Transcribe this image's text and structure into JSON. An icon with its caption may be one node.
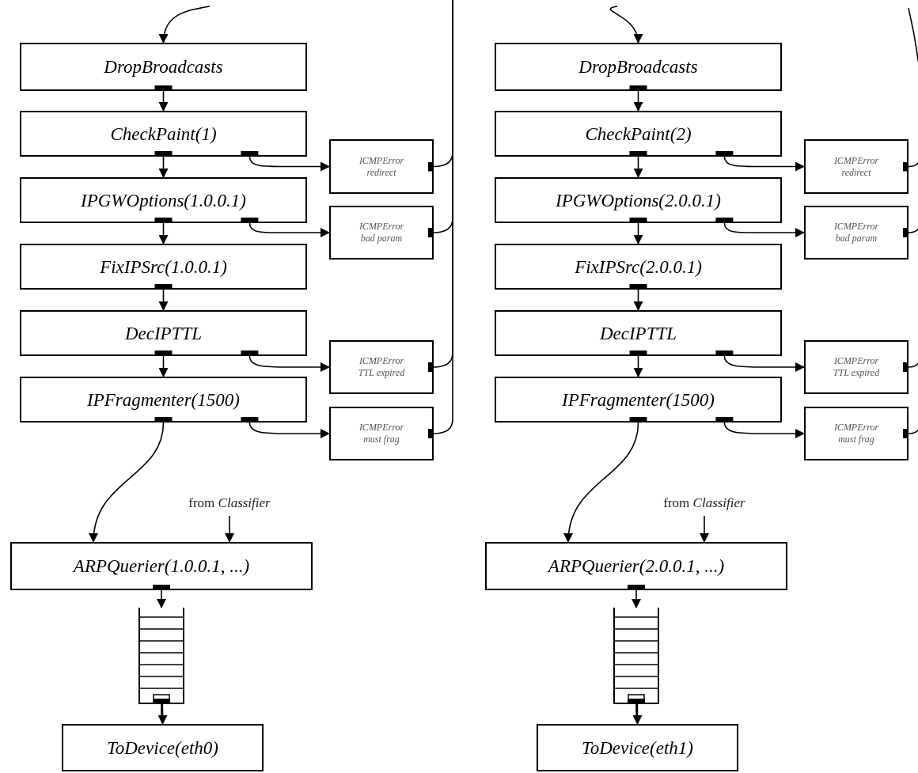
{
  "diagram": {
    "nodes": [
      {
        "text": [
          "DropBroadcasts"
        ]
      },
      {
        "text": [
          "CheckPaint(1)"
        ]
      },
      {
        "text": [
          "ICMPError",
          "redirect"
        ]
      },
      {
        "text": [
          "IPGWOptions(1.0.0.1)"
        ]
      },
      {
        "text": [
          "ICMPError",
          "bad param"
        ]
      },
      {
        "text": [
          "FixIPSrc(1.0.0.1)"
        ]
      },
      {
        "text": [
          "DecIPTTL"
        ]
      },
      {
        "text": [
          "ICMPError",
          "TTL expired"
        ]
      },
      {
        "text": [
          "IPFragmenter(1500)"
        ]
      },
      {
        "text": [
          "ICMPError",
          "must frag"
        ]
      },
      {
        "text": [
          "from *Classifier*"
        ]
      },
      {
        "text": [
          "ARPQuerier(1.0.0.1, ...)"
        ]
      },
      {
        "text": [],
        "shape": "queue"
      },
      {
        "text": [
          "ToDevice(eth0)"
        ]
      },
      {
        "text": [
          "DropBroadcasts"
        ]
      },
      {
        "text": [
          "CheckPaint(2)"
        ]
      },
      {
        "text": [
          "ICMPError",
          "redirect"
        ]
      },
      {
        "text": [
          "IPGWOptions(2.0.0.1)"
        ]
      },
      {
        "text": [
          "ICMPError",
          "bad param"
        ]
      },
      {
        "text": [
          "FixIPSrc(2.0.0.1)"
        ]
      },
      {
        "text": [
          "DecIPTTL"
        ]
      },
      {
        "text": [
          "ICMPError",
          "TTL expired"
        ]
      },
      {
        "text": [
          "IPFragmenter(1500)"
        ]
      },
      {
        "text": [
          "ICMPError",
          "must frag"
        ]
      },
      {
        "text": [
          "from *Classifier*"
        ]
      },
      {
        "text": [
          "ARPQuerier(2.0.0.1, ...)"
        ]
      },
      {
        "text": [],
        "shape": "queue"
      },
      {
        "text": [
          "ToDevice(eth1)"
        ]
      }
    ],
    "edges": [
      {
        "from": null,
        "to": 0,
        "arrow": "to"
      },
      {
        "from": 0,
        "to": 1,
        "arrow": "to"
      },
      {
        "from": 1,
        "to": 3,
        "arrow": "to"
      },
      {
        "from": 3,
        "to": 5,
        "arrow": "to"
      },
      {
        "from": 5,
        "to": 6,
        "arrow": "to"
      },
      {
        "from": 6,
        "to": 8,
        "arrow": "to"
      },
      {
        "from": 1,
        "to": 2,
        "arrow": "to"
      },
      {
        "from": 3,
        "to": 4,
        "arrow": "to"
      },
      {
        "from": 6,
        "to": 7,
        "arrow": "to"
      },
      {
        "from": 8,
        "to": 9,
        "arrow": "to"
      },
      {
        "from": 2,
        "to": null,
        "arrow": "other"
      },
      {
        "from": 4,
        "to": null,
        "arrow": "other"
      },
      {
        "from": 7,
        "to": null,
        "arrow": "other"
      },
      {
        "from": 9,
        "to": null,
        "arrow": "other"
      },
      {
        "from": 8,
        "to": 11,
        "arrow": "to"
      },
      {
        "from": 10,
        "to": 11,
        "arrow": "to"
      },
      {
        "from": 11,
        "to": 12,
        "arrow": "to"
      },
      {
        "from": 12,
        "to": 13,
        "arrow": "to"
      },
      {
        "from": null,
        "to": 14,
        "arrow": "to"
      },
      {
        "from": 14,
        "to": 15,
        "arrow": "to"
      },
      {
        "from": 15,
        "to": 17,
        "arrow": "to"
      },
      {
        "from": 17,
        "to": 19,
        "arrow": "to"
      },
      {
        "from": 19,
        "to": 20,
        "arrow": "to"
      },
      {
        "from": 20,
        "to": 22,
        "arrow": "to"
      },
      {
        "from": 15,
        "to": 16,
        "arrow": "to"
      },
      {
        "from": 17,
        "to": 18,
        "arrow": "to"
      },
      {
        "from": 20,
        "to": 21,
        "arrow": "to"
      },
      {
        "from": 22,
        "to": 23,
        "arrow": "to"
      },
      {
        "from": 16,
        "to": null,
        "arrow": "other"
      },
      {
        "from": 18,
        "to": null,
        "arrow": "other"
      },
      {
        "from": 21,
        "to": null,
        "arrow": "other"
      },
      {
        "from": 23,
        "to": null,
        "arrow": "other"
      },
      {
        "from": 22,
        "to": 25,
        "arrow": "to"
      },
      {
        "from": 24,
        "to": 25,
        "arrow": "to"
      },
      {
        "from": 25,
        "to": 26,
        "arrow": "to"
      },
      {
        "from": 26,
        "to": 27,
        "arrow": "to"
      }
    ]
  }
}
